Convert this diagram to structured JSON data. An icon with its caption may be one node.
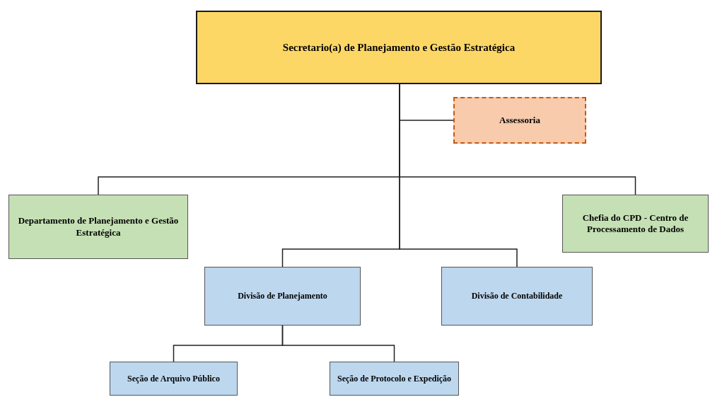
{
  "diagram": {
    "nodes": [
      {
        "text": [
          "Secretario(a) de Planejamento e Gestão Estratégica"
        ]
      },
      {
        "text": [
          "Assessoria"
        ]
      },
      {
        "text": [
          "Departamento de Planejamento e Gestão Estratégica"
        ]
      },
      {
        "text": [
          "Chefia do CPD - Centro de Processamento de Dados"
        ]
      },
      {
        "text": [
          "Divisão de Planejamento"
        ]
      },
      {
        "text": [
          "Divisão de Contabilidade"
        ]
      },
      {
        "text": [
          "Seção de Arquivo Público"
        ]
      },
      {
        "text": [
          "Seção de Protocolo e Expedição"
        ]
      }
    ],
    "edges": [
      {
        "from": 0,
        "to": 1,
        "arrow": "none"
      },
      {
        "from": 0,
        "to": 2,
        "arrow": "none"
      },
      {
        "from": 0,
        "to": 3,
        "arrow": "none"
      },
      {
        "from": 0,
        "to": 4,
        "arrow": "none"
      },
      {
        "from": 0,
        "to": 5,
        "arrow": "none"
      },
      {
        "from": 4,
        "to": 6,
        "arrow": "none"
      },
      {
        "from": 4,
        "to": 7,
        "arrow": "none"
      }
    ]
  }
}
